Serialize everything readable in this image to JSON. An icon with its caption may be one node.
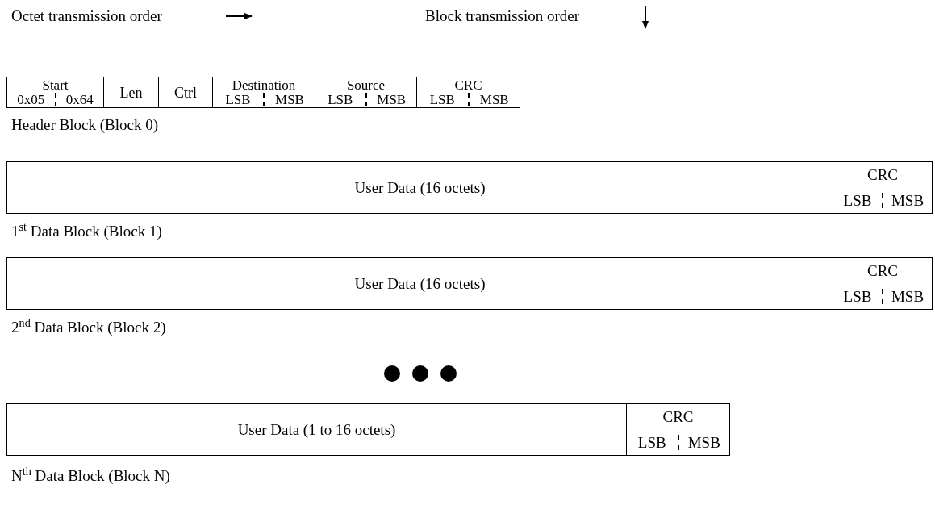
{
  "diagram": {
    "nodes": [
      {
        "text": [
          "Start",
          "0x05",
          "0x64"
        ]
      },
      {
        "text": [
          "Len"
        ]
      },
      {
        "text": [
          "Ctrl"
        ]
      },
      {
        "text": [
          "Destination",
          "LSB",
          "MSB"
        ]
      },
      {
        "text": [
          "Source",
          "LSB",
          "MSB"
        ]
      },
      {
        "text": [
          "CRC",
          "LSB",
          "MSB"
        ]
      },
      {
        "text": [
          "User Data (16 octets)"
        ]
      },
      {
        "text": [
          "CRC",
          "LSB",
          "MSB"
        ]
      },
      {
        "text": [
          "User Data (16 octets)"
        ]
      },
      {
        "text": [
          "CRC",
          "LSB",
          "MSB"
        ]
      },
      {
        "text": [
          "User Data (1 to 16 octets)"
        ]
      },
      {
        "text": [
          "CRC",
          "LSB",
          "MSB"
        ]
      }
    ],
    "labels": [
      "Octet transmission order",
      "Block transmission order",
      "Header Block (Block 0)",
      "1$^{st}$ Data Block (Block 1)",
      "2$^{nd}$ Data Block (Block 2)",
      "N$^{th}$ Data Block (Block N)"
    ]
  }
}
